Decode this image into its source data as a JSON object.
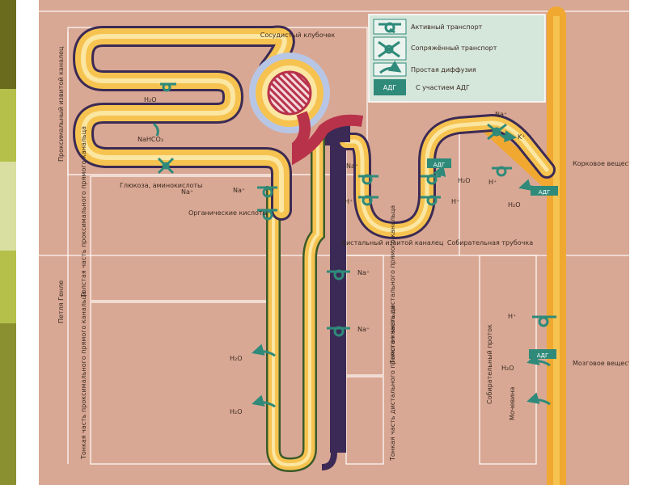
{
  "colors": {
    "background": "#d9a894",
    "tubule_fill": "#f6c350",
    "tubule_inner": "#fbe6a2",
    "tubule_outer": "#3b2a55",
    "loop_outline": "#3a5a2a",
    "duct": "#f0a830",
    "glomerulus": "#b8324a",
    "arrow": "#2f8a7a",
    "side_strip": [
      "#6b6b1e",
      "#b4c04a",
      "#d8dfa0",
      "#b4c04a",
      "#8a9030"
    ]
  },
  "legend": {
    "active_transport": "Активный транспорт",
    "coupled_transport": "Сопряжённый транспорт",
    "simple_diffusion": "Простая диффузия",
    "adh_box": "АДГ",
    "with_adh": "С участием АДГ"
  },
  "labels": {
    "glomerulus": "Сосудистый клубочек",
    "h2o": "H₂O",
    "nahco3": "NaHCO₃",
    "na": "Na⁺",
    "k": "K⁺",
    "h": "H⁺",
    "adh": "АДГ",
    "glucose": "Глюкоза, аминокислоты",
    "organic_acids": "Органические кислоты",
    "distal_tubule": "Дистальный извитой каналец",
    "collecting_tubule": "Собирательная трубочка",
    "cortex": "Корковое вещество",
    "medulla": "Мозговое вещество",
    "urea": "Мочевина"
  },
  "vertical_labels": {
    "proximal_convoluted": "Проксимальный извитой каналец",
    "loop_of_henle": "Петля Генле",
    "thick_proximal_straight": "Толстая часть проксимального прямого канальца",
    "thin_proximal_straight": "Тонкая часть проксимального прямого канальца",
    "thick_distal_straight": "Толстая часть дистального прямого канальца",
    "thin_distal_straight": "Тонкая часть дистального прямого канальца",
    "collecting_duct": "Собирательный проток"
  }
}
